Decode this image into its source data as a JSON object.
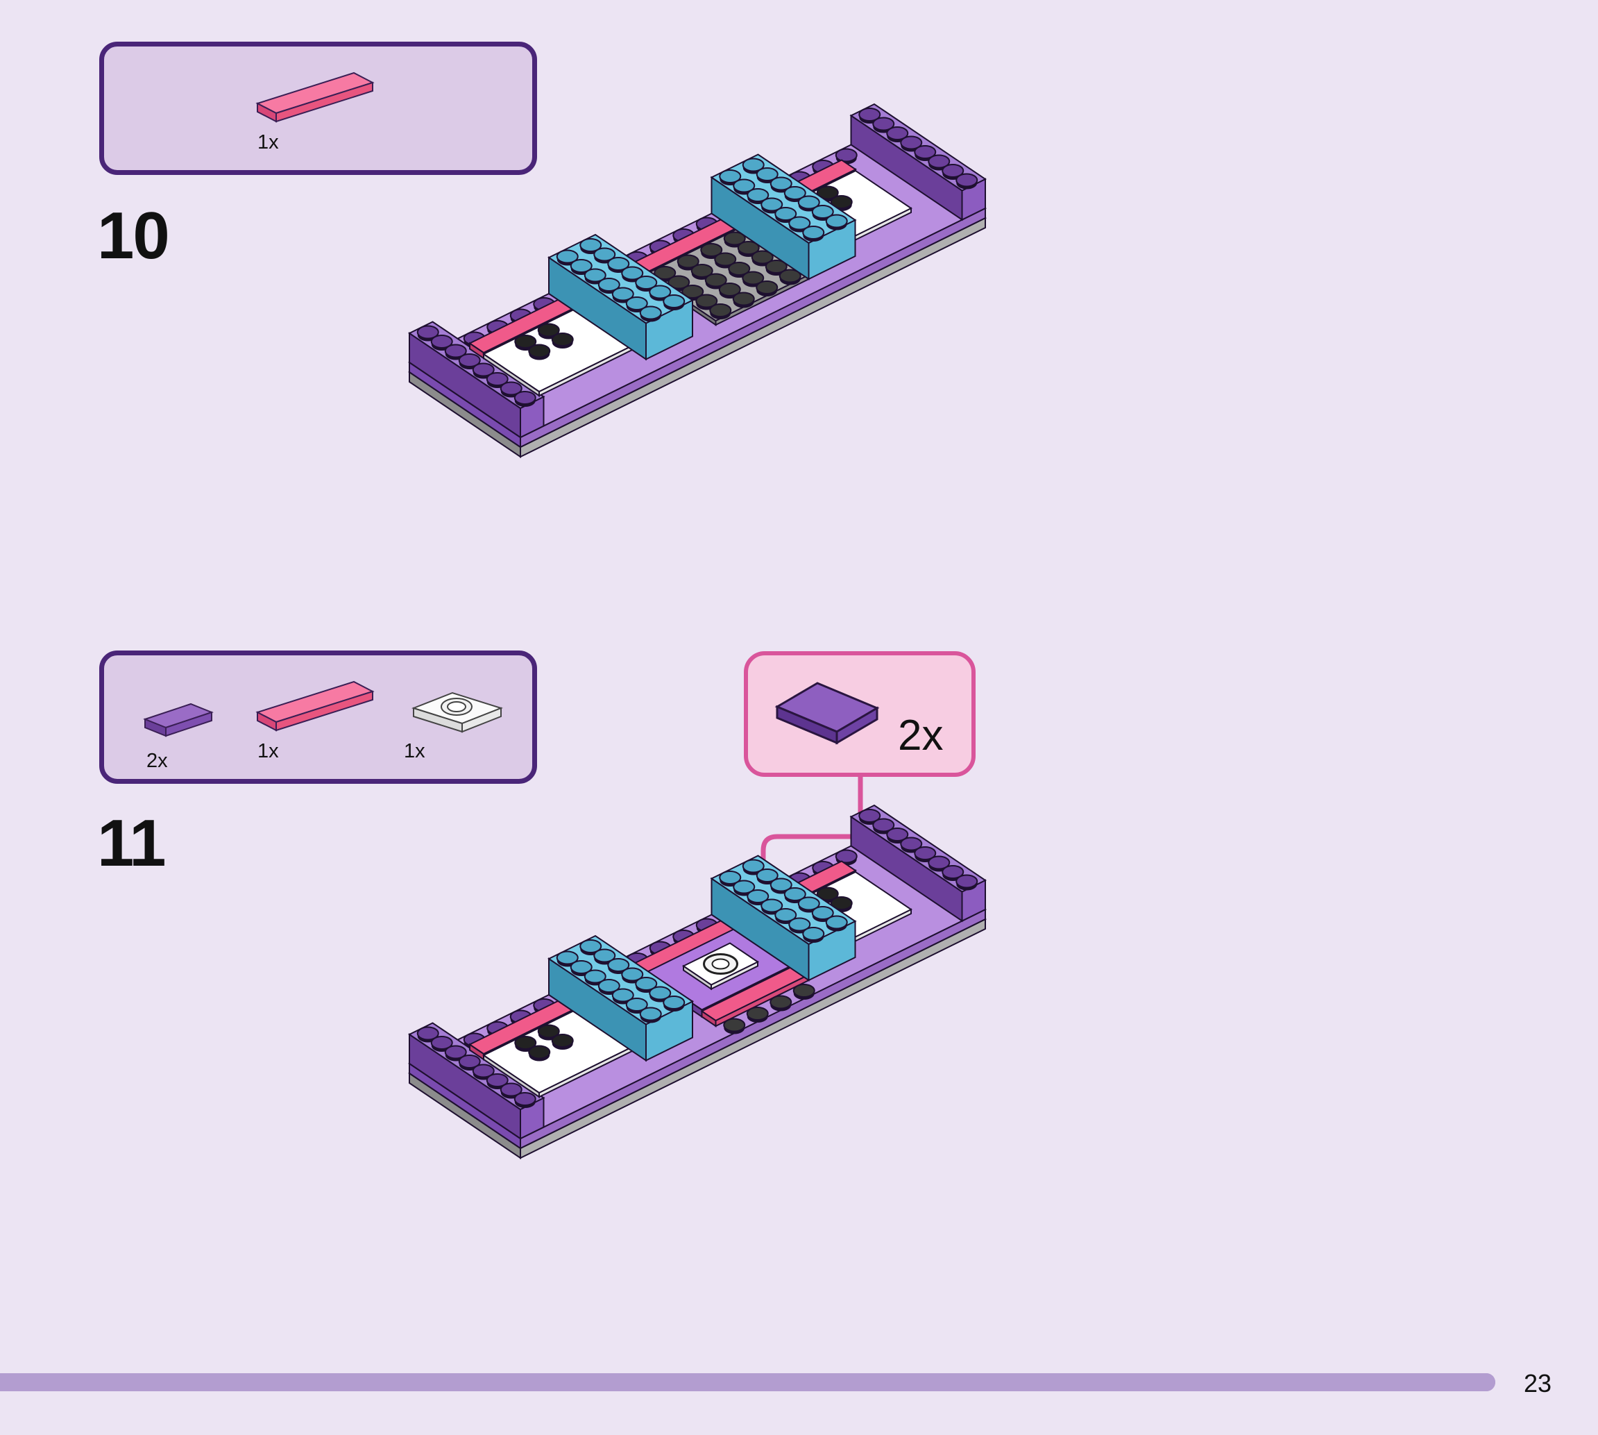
{
  "steps": [
    {
      "number": "10",
      "parts": [
        {
          "name": "pink 1x4 tile",
          "quantity": "1x",
          "color": "#f05a8a"
        }
      ]
    },
    {
      "number": "11",
      "parts": [
        {
          "name": "purple 1x2 tile",
          "quantity": "2x",
          "color": "#7c4fb5"
        },
        {
          "name": "pink 1x4 tile",
          "quantity": "1x",
          "color": "#f05a8a"
        },
        {
          "name": "white 2x2 jumper plate",
          "quantity": "1x",
          "color": "#f4f4f4"
        }
      ],
      "callout": {
        "quantity": "2x",
        "color": "#7c4fb5"
      }
    }
  ],
  "page": {
    "number": "23",
    "progress": 1.0
  },
  "colors": {
    "background": "#ece4f3",
    "parts_box_border": "#4a2578",
    "parts_box_fill": "#dccbe7",
    "callout_border": "#d9559b",
    "callout_fill": "#f7cde2",
    "purple": "#9a6cc6",
    "dark_purple": "#6b3f9a",
    "pink": "#f05a8a",
    "azure": "#5cb8d8",
    "grey": "#9c9c9c",
    "progress_bar": "#b39dd0"
  }
}
